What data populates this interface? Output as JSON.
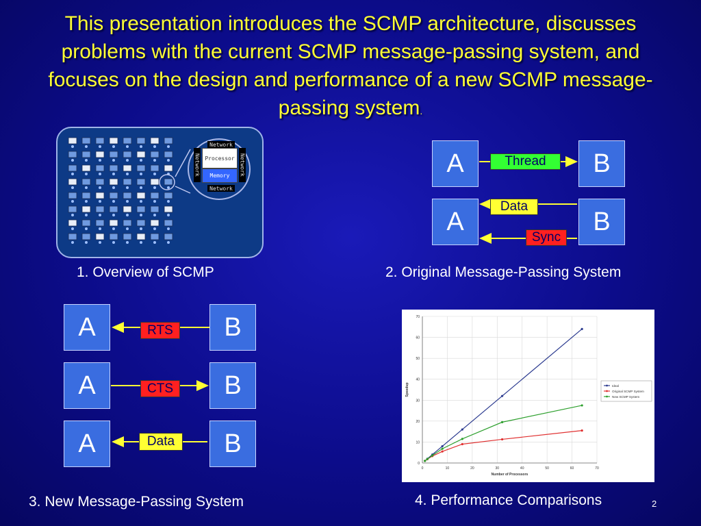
{
  "slide": {
    "title": "This presentation introduces the SCMP architecture, discusses problems with the current SCMP message-passing system, and focuses on the design and performance of a new SCMP message-passing system",
    "title_end": ".",
    "page_number": "2"
  },
  "panel1": {
    "caption": "1. Overview of SCMP",
    "zoom_network": "Network",
    "zoom_processor": "Processor",
    "zoom_memory": "Memory"
  },
  "panel2": {
    "caption": "2. Original Message-Passing System",
    "row1": {
      "left": "A",
      "right": "B",
      "label": "Thread"
    },
    "row2": {
      "left": "A",
      "right": "B",
      "label_top": "Data",
      "label_bottom": "Sync"
    }
  },
  "panel3": {
    "caption": "3. New Message-Passing System",
    "rows": [
      {
        "left": "A",
        "right": "B",
        "label": "RTS"
      },
      {
        "left": "A",
        "right": "B",
        "label": "CTS"
      },
      {
        "left": "A",
        "right": "B",
        "label": "Data"
      }
    ]
  },
  "panel4": {
    "caption": "4. Performance Comparisons"
  },
  "colors": {
    "title": "#ffff33",
    "box": "#3a6de0",
    "thread_label": "#33ff33",
    "data_label": "#ffff33",
    "control_label": "#ff2020"
  },
  "chart_data": {
    "type": "line",
    "xlabel": "Number of Processors",
    "ylabel": "Speedup",
    "xlim": [
      0,
      70
    ],
    "ylim": [
      0,
      70
    ],
    "xticks": [
      0,
      10,
      20,
      30,
      40,
      50,
      60,
      70
    ],
    "yticks": [
      0,
      10,
      20,
      30,
      40,
      50,
      60,
      70
    ],
    "grid": true,
    "legend_position": "right",
    "series": [
      {
        "name": "Ideal",
        "color": "#2b3a8f",
        "x": [
          1,
          2,
          4,
          8,
          16,
          32,
          64
        ],
        "y": [
          1,
          2,
          4,
          8,
          16,
          32,
          64
        ]
      },
      {
        "name": "Original SCMP System",
        "color": "#e03030",
        "x": [
          1,
          2,
          4,
          8,
          16,
          32,
          64
        ],
        "y": [
          1,
          1.8,
          3.3,
          5.5,
          9,
          11.3,
          15.5
        ]
      },
      {
        "name": "New SCMP System",
        "color": "#2ea02e",
        "x": [
          1,
          2,
          4,
          8,
          16,
          32,
          64
        ],
        "y": [
          1,
          1.9,
          3.6,
          6.8,
          11.5,
          19.5,
          27.5
        ]
      }
    ]
  }
}
